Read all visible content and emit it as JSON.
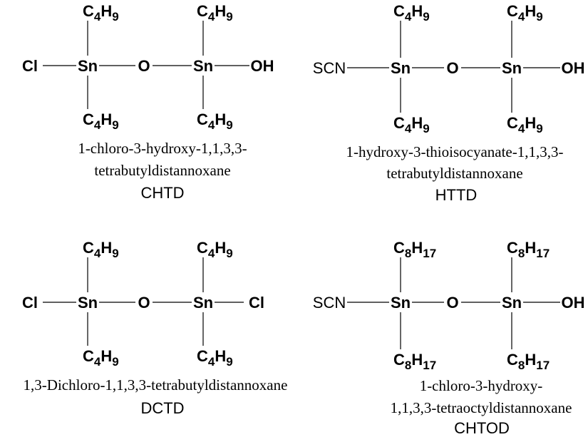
{
  "structures": [
    {
      "id": "chtd",
      "left_group": "Cl",
      "left_bold": true,
      "metal": "Sn",
      "bridge": "O",
      "right_group": "OH",
      "right_bold": true,
      "substituent": {
        "c": "C",
        "c_sub": "4",
        "h": "H",
        "h_sub": "9"
      },
      "name_lines": [
        "1-chloro-3-hydroxy-1,1,3,3-",
        "tetrabutyldistannoxane"
      ],
      "abbreviation": "CHTD"
    },
    {
      "id": "httd",
      "left_group": "SCN",
      "left_bold": false,
      "metal": "Sn",
      "bridge": "O",
      "right_group": "OH",
      "right_bold": true,
      "substituent": {
        "c": "C",
        "c_sub": "4",
        "h": "H",
        "h_sub": "9"
      },
      "name_lines": [
        "1-hydroxy-3-thioisocyanate-1,1,3,3-",
        "tetrabutyldistannoxane"
      ],
      "abbreviation": "HTTD"
    },
    {
      "id": "dctd",
      "left_group": "Cl",
      "left_bold": true,
      "metal": "Sn",
      "bridge": "O",
      "right_group": "Cl",
      "right_bold": true,
      "substituent": {
        "c": "C",
        "c_sub": "4",
        "h": "H",
        "h_sub": "9"
      },
      "name_lines": [
        "1,3-Dichloro-1,1,3,3-tetrabutyldistannoxane"
      ],
      "abbreviation": "DCTD"
    },
    {
      "id": "chtod",
      "left_group": "SCN",
      "left_bold": false,
      "metal": "Sn",
      "bridge": "O",
      "right_group": "OH",
      "right_bold": true,
      "substituent": {
        "c": "C",
        "c_sub": "8",
        "h": "H",
        "h_sub": "17"
      },
      "name_lines": [
        "1-chloro-3-hydroxy-",
        "1,1,3,3-tetraoctyldistannoxane"
      ],
      "abbreviation": "CHTOD"
    }
  ]
}
